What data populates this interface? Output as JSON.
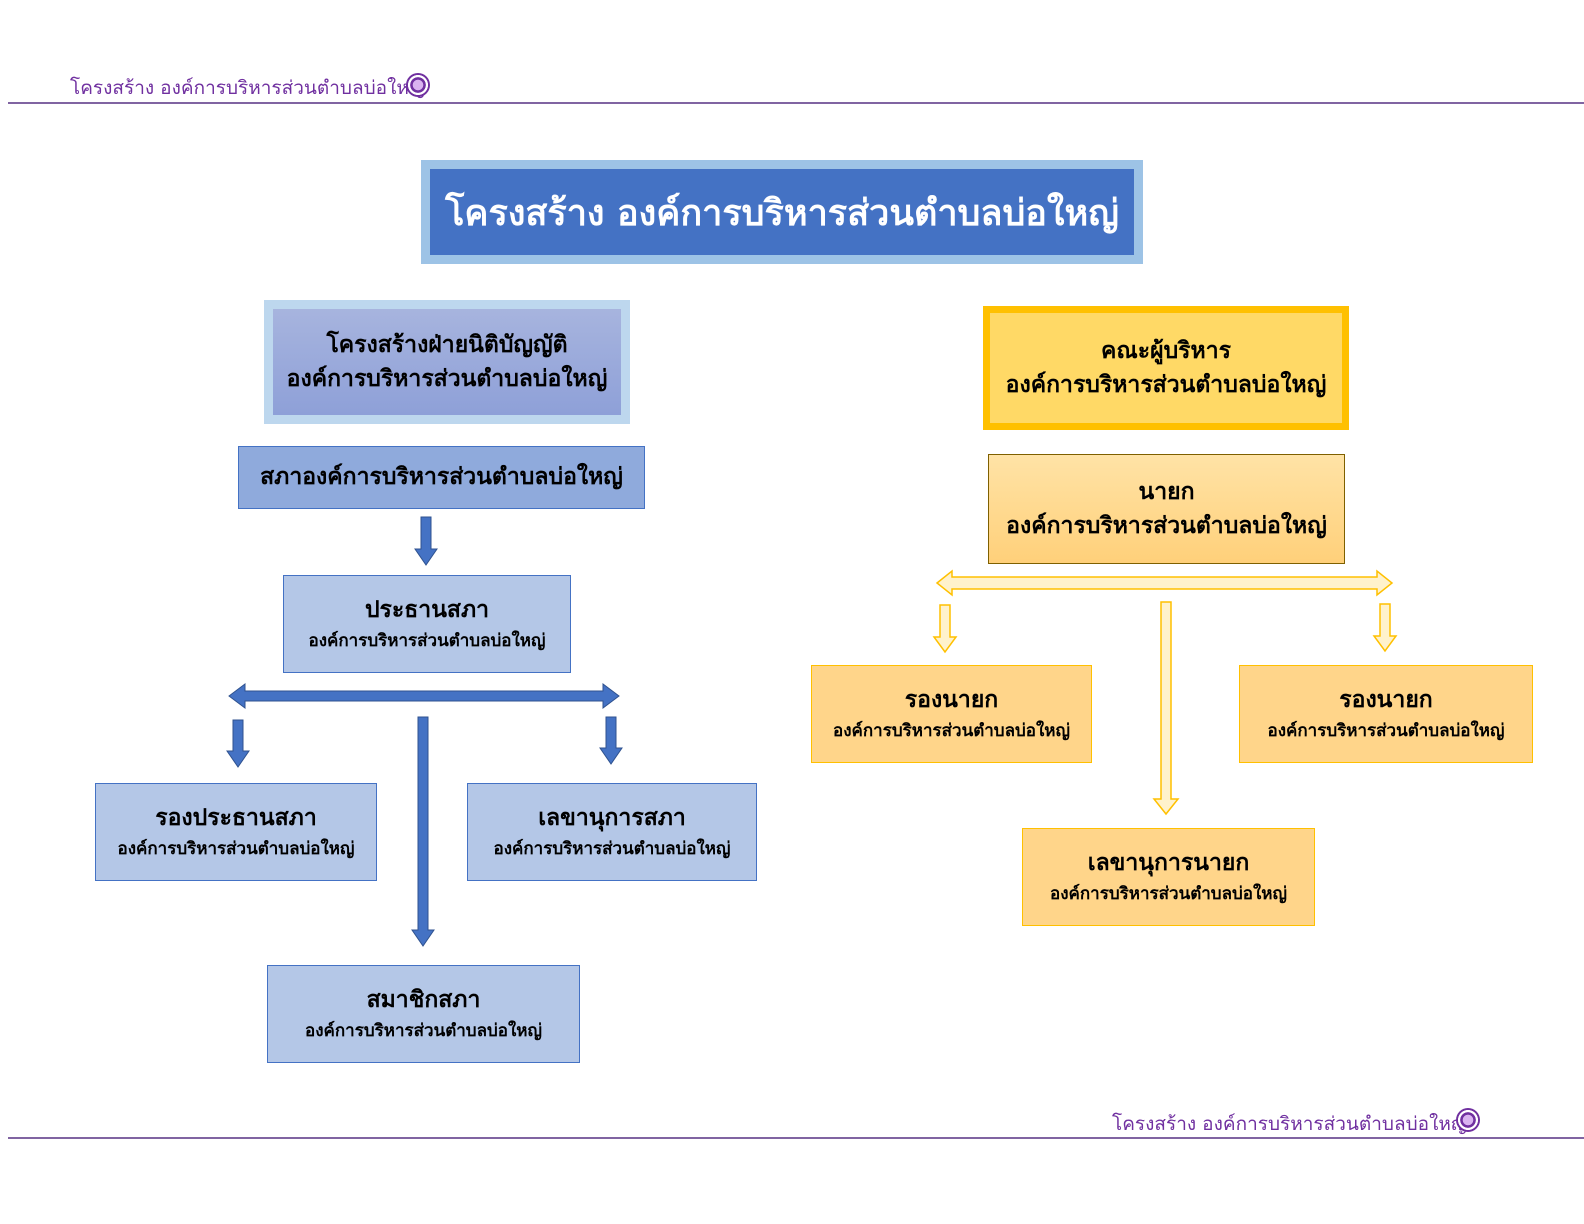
{
  "header": {
    "text": "โครงสร้าง  องค์การบริหารส่วนตำบลบ่อใหญ่"
  },
  "footer": {
    "text": "โครงสร้าง  องค์การบริหารส่วนตำบลบ่อใหญ่"
  },
  "title": "โครงสร้าง องค์การบริหารส่วนตำบลบ่อใหญ่",
  "legislative": {
    "heading_line1": "โครงสร้างฝ่ายนิติบัญญัติ",
    "heading_line2": "องค์การบริหารส่วนตำบลบ่อใหญ่",
    "council": "สภาองค์การบริหารส่วนตำบลบ่อใหญ่",
    "chairman": {
      "title": "ประธานสภา",
      "org": "องค์การบริหารส่วนตำบลบ่อใหญ่"
    },
    "vice_chairman": {
      "title": "รองประธานสภา",
      "org": "องค์การบริหารส่วนตำบลบ่อใหญ่"
    },
    "secretary": {
      "title": "เลขานุการสภา",
      "org": "องค์การบริหารส่วนตำบลบ่อใหญ่"
    },
    "member": {
      "title": "สมาชิกสภา",
      "org": "องค์การบริหารส่วนตำบลบ่อใหญ่"
    }
  },
  "executive": {
    "heading_line1": "คณะผู้บริหาร",
    "heading_line2": "องค์การบริหารส่วนตำบลบ่อใหญ่",
    "mayor": {
      "title": "นายก",
      "org": "องค์การบริหารส่วนตำบลบ่อใหญ่"
    },
    "deputy_left": {
      "title": "รองนายก",
      "org": "องค์การบริหารส่วนตำบลบ่อใหญ่"
    },
    "deputy_right": {
      "title": "รองนายก",
      "org": "องค์การบริหารส่วนตำบลบ่อใหญ่"
    },
    "secretary": {
      "title": "เลขานุการนายก",
      "org": "องค์การบริหารส่วนตำบลบ่อใหญ่"
    }
  },
  "colors": {
    "header_purple": "#7030a0",
    "title_blue": "#4472c4",
    "legislative_blue": "#b4c7e7",
    "executive_orange": "#ffd58a",
    "executive_border": "#ffc000"
  }
}
